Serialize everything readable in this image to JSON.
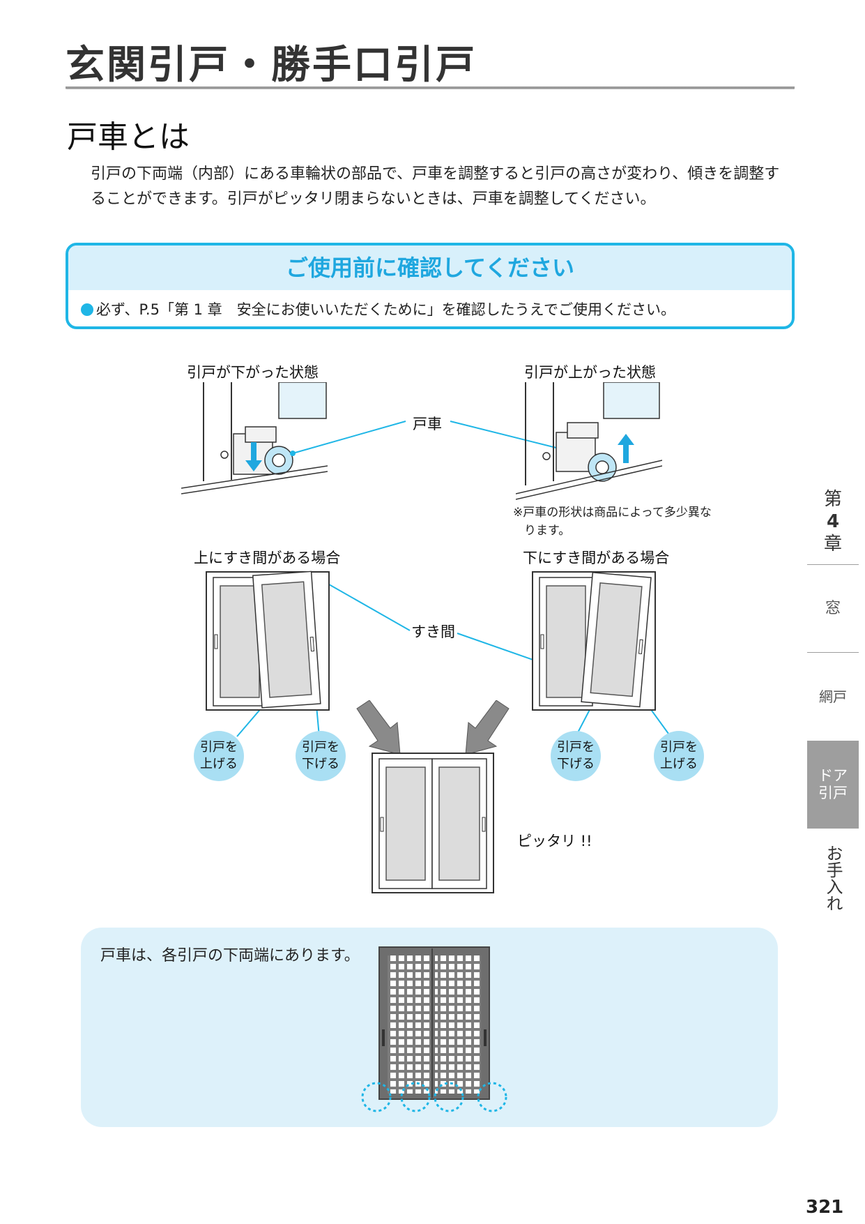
{
  "header": {
    "title": "玄関引戸・勝手口引戸",
    "subtitle": "戸車とは"
  },
  "intro": {
    "text": "引戸の下両端（内部）にある車輪状の部品で、戸車を調整すると引戸の高さが変わり、傾きを調整することができます。引戸がピッタリ閉まらないときは、戸車を調整してください。"
  },
  "notice": {
    "heading": "ご使用前に確認してください",
    "body": "必ず、P.5「第 1 章　安全にお使いいただくために」を確認したうえでご使用ください。"
  },
  "diagram": {
    "lowered_label": "引戸が下がった状態",
    "raised_label": "引戸が上がった状態",
    "roller_label": "戸車",
    "note_line1": "※戸車の形状は商品によって多少異な",
    "note_line2": "ります。",
    "gap_top_label": "上にすき間がある場合",
    "gap_bottom_label": "下にすき間がある場合",
    "gap_label": "すき間",
    "raise_1": "引戸を",
    "raise_2": "上げる",
    "lower_1": "引戸を",
    "lower_2": "下げる",
    "perfect_label": "ピッタリ !!"
  },
  "bottom": {
    "text": "戸車は、各引戸の下両端にあります。"
  },
  "side_tabs": {
    "chapter_1": "第",
    "chapter_2": "4",
    "chapter_3": "章",
    "window": "窓",
    "screen": "網戸",
    "door_1": "ドア",
    "door_2": "引戸",
    "care": "お手入れ"
  },
  "page": {
    "number": "321"
  },
  "colors": {
    "accent": "#1fb6e6",
    "accent_light": "#d8f0fb",
    "bubble": "#a9dff3",
    "arrow": "#8a8a8a",
    "tab_active": "#9e9e9e"
  }
}
